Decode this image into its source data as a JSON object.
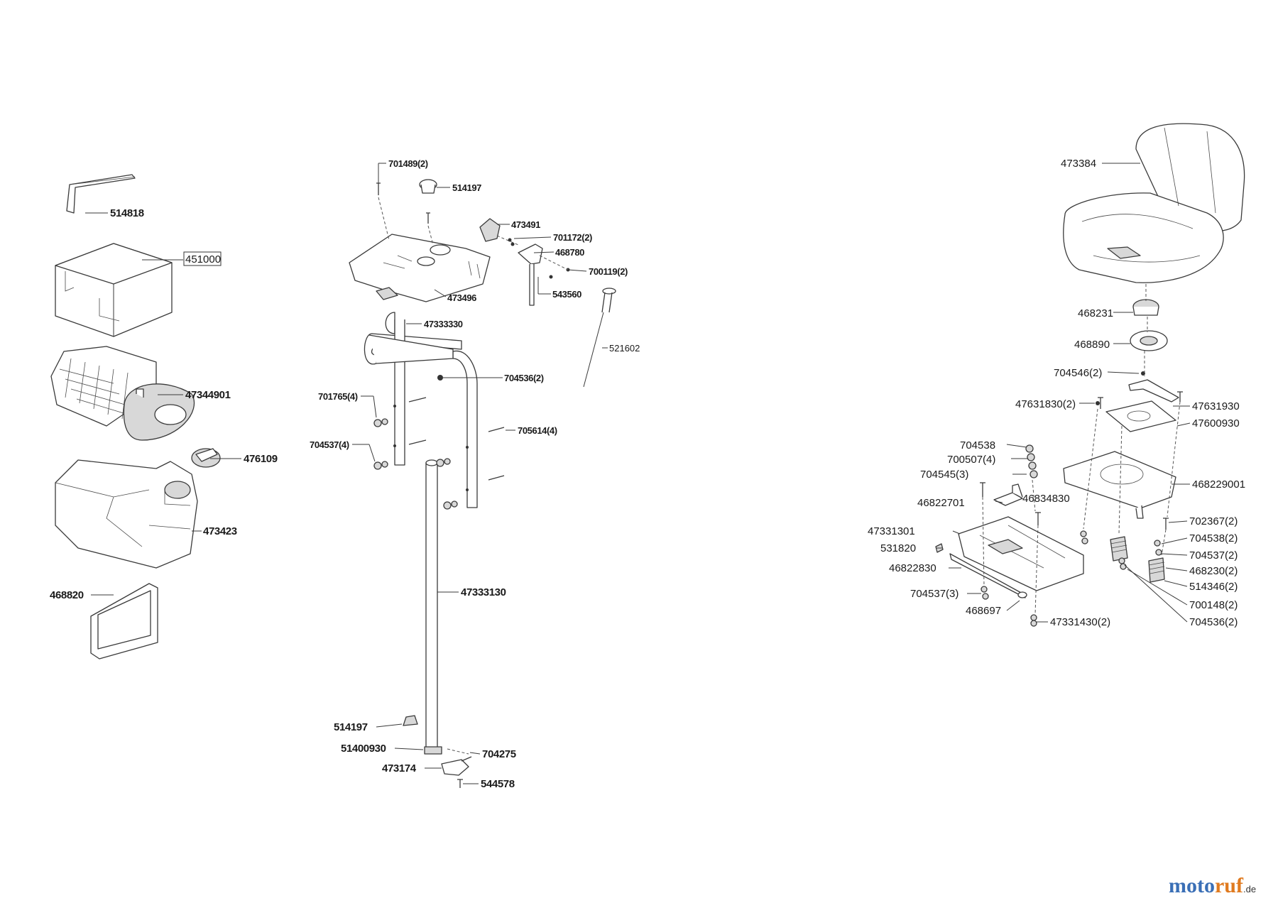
{
  "diagram": {
    "labels": [
      {
        "id": "514818",
        "text": "514818"
      },
      {
        "id": "451000",
        "text": "451000"
      },
      {
        "id": "47344901",
        "text": "47344901"
      },
      {
        "id": "476109",
        "text": "476109"
      },
      {
        "id": "473423",
        "text": "473423"
      },
      {
        "id": "468820",
        "text": "468820"
      },
      {
        "id": "701489_2",
        "text": "701489(2)"
      },
      {
        "id": "514197_top",
        "text": "514197"
      },
      {
        "id": "473491",
        "text": "473491"
      },
      {
        "id": "701172_2",
        "text": "701172(2)"
      },
      {
        "id": "468780",
        "text": "468780"
      },
      {
        "id": "700119_2",
        "text": "700119(2)"
      },
      {
        "id": "473496",
        "text": "473496"
      },
      {
        "id": "543560",
        "text": "543560"
      },
      {
        "id": "47333330",
        "text": "47333330"
      },
      {
        "id": "521602",
        "text": "521602"
      },
      {
        "id": "704536_2_mid",
        "text": "704536(2)"
      },
      {
        "id": "701765_4",
        "text": "701765(4)"
      },
      {
        "id": "705614_4",
        "text": "705614(4)"
      },
      {
        "id": "704537_4",
        "text": "704537(4)"
      },
      {
        "id": "47333130",
        "text": "47333130"
      },
      {
        "id": "514197_bot",
        "text": "514197"
      },
      {
        "id": "51400930",
        "text": "51400930"
      },
      {
        "id": "704275",
        "text": "704275"
      },
      {
        "id": "473174",
        "text": "473174"
      },
      {
        "id": "544578",
        "text": "544578"
      },
      {
        "id": "473384",
        "text": "473384"
      },
      {
        "id": "468231",
        "text": "468231"
      },
      {
        "id": "468890",
        "text": "468890"
      },
      {
        "id": "704546_2",
        "text": "704546(2)"
      },
      {
        "id": "47631830_2",
        "text": "47631830(2)"
      },
      {
        "id": "47631930",
        "text": "47631930"
      },
      {
        "id": "47600930",
        "text": "47600930"
      },
      {
        "id": "704538",
        "text": "704538"
      },
      {
        "id": "700507_4",
        "text": "700507(4)"
      },
      {
        "id": "704545_3",
        "text": "704545(3)"
      },
      {
        "id": "468229001",
        "text": "468229001"
      },
      {
        "id": "46822701",
        "text": "46822701"
      },
      {
        "id": "46834830",
        "text": "46834830"
      },
      {
        "id": "702367_2",
        "text": "702367(2)"
      },
      {
        "id": "47331301",
        "text": "47331301"
      },
      {
        "id": "704538_2",
        "text": "704538(2)"
      },
      {
        "id": "531820",
        "text": "531820"
      },
      {
        "id": "704537_2",
        "text": "704537(2)"
      },
      {
        "id": "46822830",
        "text": "46822830"
      },
      {
        "id": "468230_2",
        "text": "468230(2)"
      },
      {
        "id": "514346_2",
        "text": "514346(2)"
      },
      {
        "id": "704537_3",
        "text": "704537(3)"
      },
      {
        "id": "700148_2",
        "text": "700148(2)"
      },
      {
        "id": "468697",
        "text": "468697"
      },
      {
        "id": "47331430_2",
        "text": "47331430(2)"
      },
      {
        "id": "704536_2_right",
        "text": "704536(2)"
      }
    ]
  },
  "watermark": {
    "part1": "moto",
    "part2": "ruf",
    "suffix": ".de"
  }
}
